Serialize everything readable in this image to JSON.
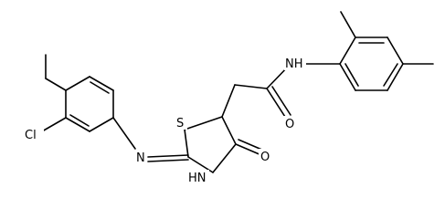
{
  "atoms": {
    "cl": "Cl",
    "n_imine": "N",
    "s_ring": "S",
    "nh_ring": "HN",
    "o_ring": "O",
    "o_amide": "O",
    "nh_amide": "NH"
  },
  "colors": {
    "background": "#ffffff",
    "bond": "#000000",
    "label": "#000000"
  }
}
